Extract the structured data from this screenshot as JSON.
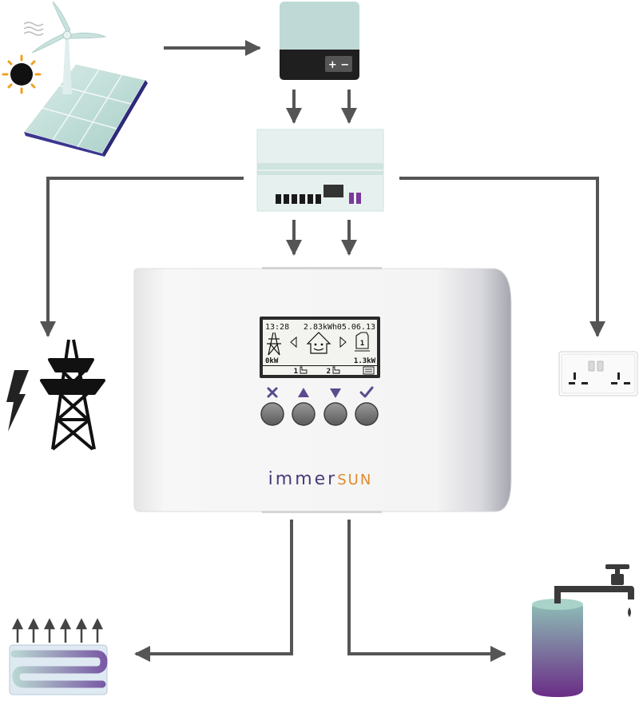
{
  "colors": {
    "arrow": "#555555",
    "brand_purple": "#4b3a78",
    "brand_orange": "#e08a2c",
    "button_symbol": "#5b4a8e"
  },
  "icons": [
    "sun-icon",
    "wind-turbine-icon",
    "solar-panel-icon",
    "inverter-icon",
    "consumer-unit-icon",
    "pylon-icon",
    "lightning-icon",
    "wall-socket-icon",
    "underfloor-heating-icon",
    "hot-water-cylinder-icon",
    "tap-icon"
  ],
  "inverter": {
    "sign_label": "+ −"
  },
  "display": {
    "time": "13:28",
    "energy": "2.83kWh",
    "date": "05.06.13",
    "grid_power": "0kW",
    "load_power": "1.3kW",
    "output1": "1",
    "output2": "2",
    "load_number": "1"
  },
  "buttons": [
    "cancel",
    "up",
    "down",
    "confirm"
  ],
  "brand": {
    "part1": "immer",
    "part2": "SUN"
  }
}
